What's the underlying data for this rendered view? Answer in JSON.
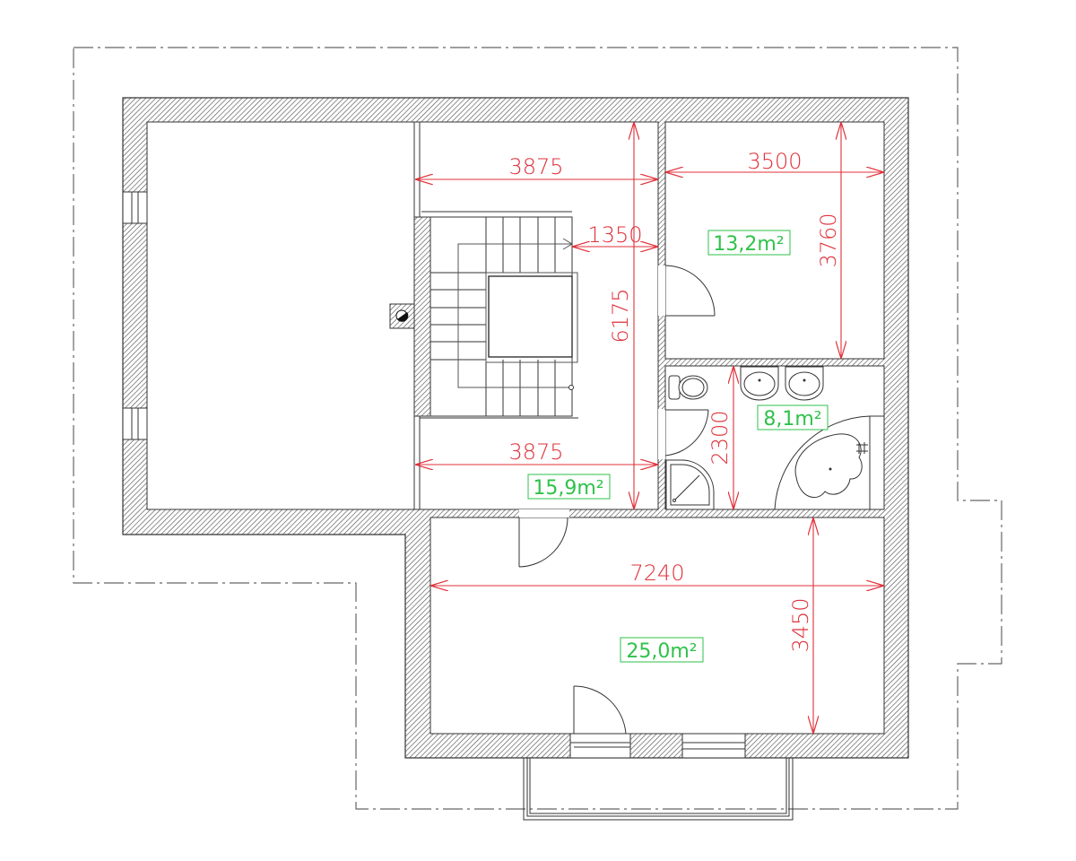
{
  "drawing": {
    "type": "floor-plan",
    "units": "mm",
    "colors": {
      "wall_hatch": "#555555",
      "outline": "#333333",
      "dimension": "#e0303a",
      "area_label": "#2fc24a",
      "roof_outline": "#666666"
    }
  },
  "rooms": [
    {
      "id": "hall",
      "area_label": "15,9m²"
    },
    {
      "id": "bedroom",
      "area_label": "13,2m²"
    },
    {
      "id": "bathroom",
      "area_label": "8,1m²"
    },
    {
      "id": "living",
      "area_label": "25,0m²"
    }
  ],
  "dimensions": {
    "hall_width_top": "3875",
    "hall_width_bottom": "3875",
    "stair_to_wall": "1350",
    "hall_height": "6175",
    "bedroom_width": "3500",
    "bedroom_height": "3760",
    "bathroom_height": "2300",
    "living_width": "7240",
    "living_height": "3450"
  },
  "fixtures": [
    "toilet",
    "washbasin",
    "washbasin",
    "shower-tray",
    "corner-bathtub",
    "staircase",
    "chimney"
  ]
}
